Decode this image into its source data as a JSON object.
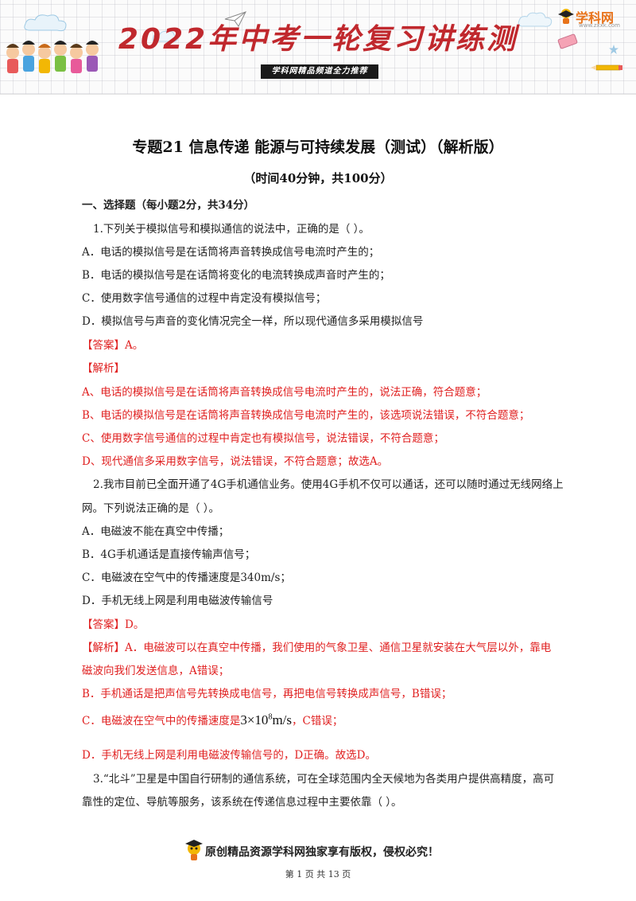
{
  "banner": {
    "title": "2022年中考一轮复习讲练测",
    "subtitle": "学科网精品频道全力推荐",
    "logo_text": "学科网",
    "logo_url": "www.zxxk.com"
  },
  "doc": {
    "title": "专题21   信息传递   能源与可持续发展（测试）（解析版）",
    "subtitle": "（时间40分钟，共100分）"
  },
  "section1": {
    "heading": "一、选择题（每小题2分，共34分）"
  },
  "q1": {
    "stem": "1.下列关于模拟信号和模拟通信的说法中，正确的是（     ）。",
    "options": [
      "A．电话的模拟信号是在话筒将声音转换成信号电流时产生的；",
      "B．电话的模拟信号是在话筒将变化的电流转换成声音时产生的；",
      "C．使用数字信号通信的过程中肯定没有模拟信号；",
      "D．模拟信号与声音的变化情况完全一样，所以现代通信多采用模拟信号"
    ],
    "answer": "【答案】A。",
    "analysis_label": "【解析】",
    "analysis": [
      "A、电话的模拟信号是在话筒将声音转换成信号电流时产生的，说法正确，符合题意；",
      "B、电话的模拟信号是在话筒将声音转换成信号电流时产生的，该选项说法错误，不符合题意；",
      "C、使用数字信号通信的过程中肯定也有模拟信号，说法错误，不符合题意；",
      "D、现代通信多采用数字信号，说法错误，不符合题意；故选A。"
    ]
  },
  "q2": {
    "stem_line1": "2.我市目前已全面开通了4G手机通信业务。使用4G手机不仅可以通话，还可以随时通过无线网络上",
    "stem_line2": "网。下列说法正确的是（      ）。",
    "options": [
      "A．电磁波不能在真空中传播；",
      "B．4G手机通话是直接传输声信号；",
      "C．电磁波在空气中的传播速度是340m/s；",
      "D．手机无线上网是利用电磁波传输信号"
    ],
    "answer": "【答案】D。",
    "analysis_line1": "【解析】A．电磁波可以在真空中传播，我们使用的气象卫星、通信卫星就安装在大气层以外，靠电",
    "analysis_line2": "磁波向我们发送信息，A错误；",
    "analysis_b": "B．手机通话是把声信号先转换成电信号，再把电信号转换成声信号，B错误；",
    "analysis_c_prefix": "C．电磁波在空气中的传播速度是",
    "analysis_c_formula_base": "3×10",
    "analysis_c_formula_exp": "8",
    "analysis_c_formula_unit": "m/s",
    "analysis_c_suffix": "，C错误；",
    "analysis_d": "D．手机无线上网是利用电磁波传输信号的，D正确。故选D。"
  },
  "q3": {
    "stem_line1": "3.“北斗”卫星是中国自行研制的通信系统，可在全球范围内全天候地为各类用户提供高精度，高可",
    "stem_line2": "靠性的定位、导航等服务，该系统在传递信息过程中主要依靠（   ）。"
  },
  "footer": {
    "copyright": "原创精品资源学科网独家享有版权，侵权必究！",
    "page": "第 1 页 共 13 页"
  },
  "colors": {
    "accent_red": "#e02020",
    "banner_red": "#c0282d"
  }
}
